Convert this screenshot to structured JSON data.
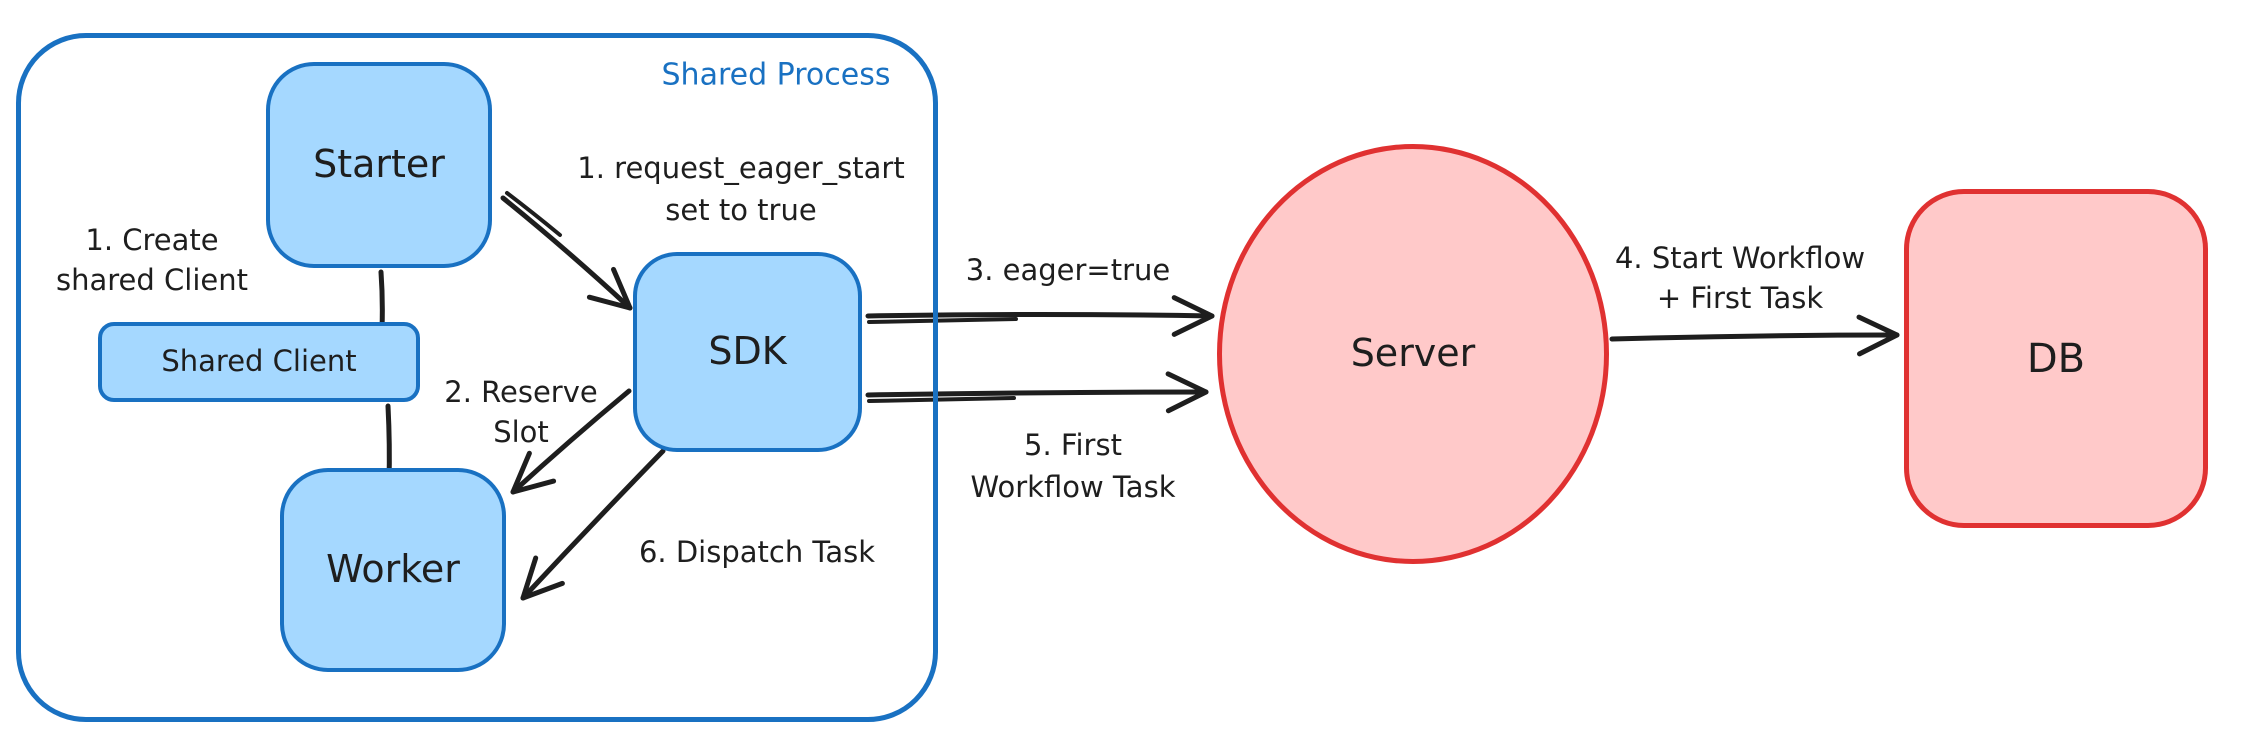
{
  "diagram": {
    "frame": {
      "label": "Shared Process"
    },
    "colors": {
      "blue_fill": "#a5d8ff",
      "blue_stroke": "#1971c2",
      "red_fill": "#ffc9c9",
      "red_stroke": "#e03131",
      "ink": "#1e1e1e",
      "background": "#ffffff"
    },
    "nodes": {
      "starter": {
        "label": "Starter",
        "shape": "rounded-rect",
        "color": "blue"
      },
      "shared_client": {
        "label": "Shared Client",
        "shape": "rounded-rect",
        "color": "blue"
      },
      "worker": {
        "label": "Worker",
        "shape": "rounded-rect",
        "color": "blue"
      },
      "sdk": {
        "label": "SDK",
        "shape": "rounded-rect",
        "color": "blue"
      },
      "server": {
        "label": "Server",
        "shape": "ellipse",
        "color": "red"
      },
      "db": {
        "label": "DB",
        "shape": "rounded-rect",
        "color": "red"
      }
    },
    "edges": [
      {
        "from": "starter",
        "to": "shared_client",
        "style": "line",
        "label": "1. Create\nshared Client"
      },
      {
        "from": "shared_client",
        "to": "worker",
        "style": "line",
        "label": ""
      },
      {
        "from": "starter",
        "to": "sdk",
        "style": "arrow",
        "label": "1. request_eager_start\nset to true"
      },
      {
        "from": "sdk",
        "to": "worker",
        "style": "arrow",
        "label": "2. Reserve\nSlot"
      },
      {
        "from": "sdk",
        "to": "server",
        "style": "arrow",
        "label": "3. eager=true"
      },
      {
        "from": "sdk",
        "to": "server",
        "style": "arrow",
        "label": "5. First\nWorkflow Task"
      },
      {
        "from": "server",
        "to": "db",
        "style": "arrow",
        "label": "4. Start Workflow\n+ First Task"
      },
      {
        "from": "sdk",
        "to": "worker",
        "style": "arrow",
        "label": "6. Dispatch Task"
      }
    ]
  }
}
